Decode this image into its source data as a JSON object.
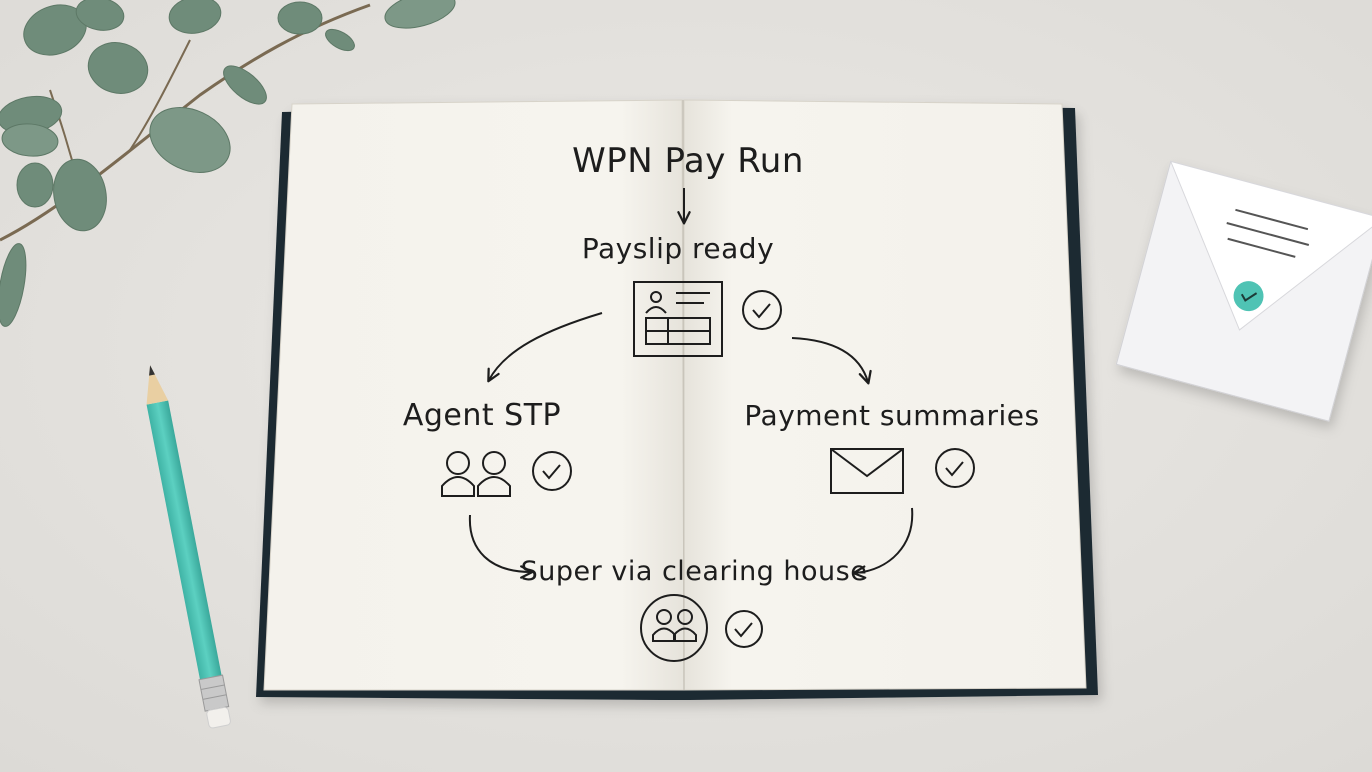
{
  "diagram": {
    "title": "WPN Pay Run",
    "nodes": {
      "payslip": "Payslip ready",
      "agent_stp": "Agent STP",
      "payment_summaries": "Payment summaries",
      "super": "Super via clearing house"
    }
  },
  "colors": {
    "background": "#e4e2de",
    "paper": "#f6f4ee",
    "notebook_cover": "#1f2a33",
    "ink": "#1d1d1d",
    "pencil": "#4fc3b4",
    "leaf": "#6e8a78",
    "check_badge": "#4fc3b4"
  },
  "icons": [
    "leaf-branch",
    "pencil",
    "envelope-card",
    "payslip-document-icon",
    "people-icon",
    "mail-icon",
    "check-circle-icon"
  ]
}
